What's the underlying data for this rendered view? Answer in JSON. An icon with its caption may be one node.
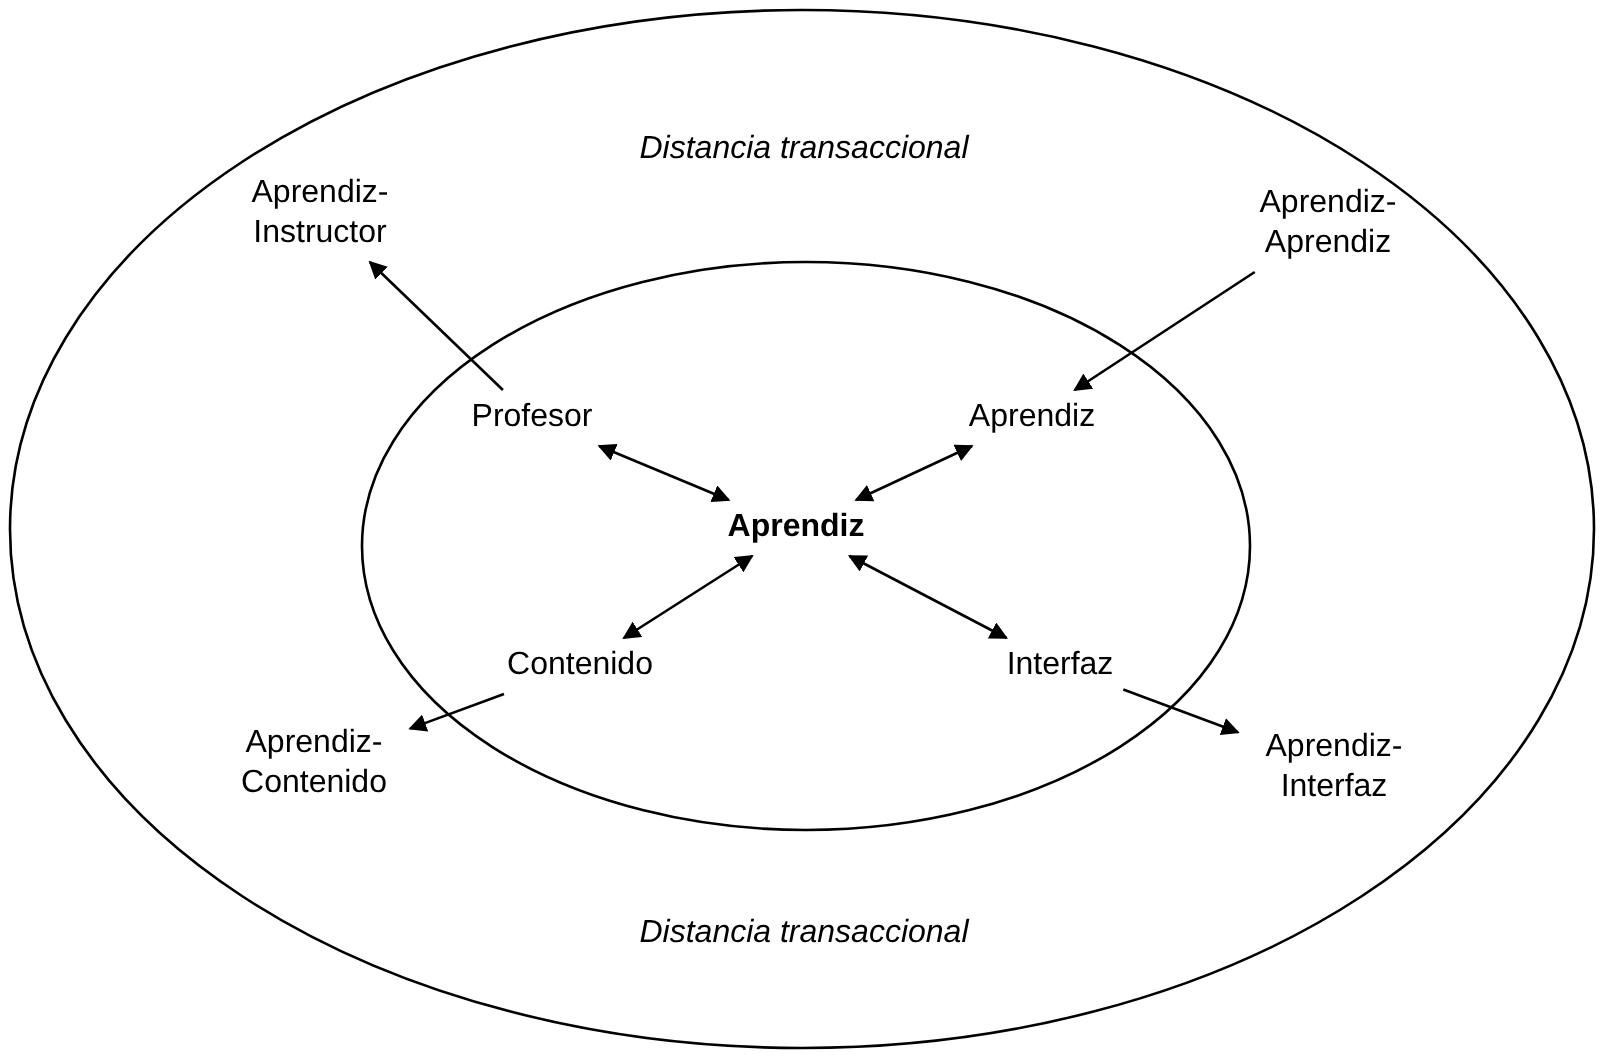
{
  "diagram": {
    "nodes": [
      {
        "text": [
          "Distancia transaccional",
          "Distancia transaccional"
        ]
      },
      {
        "text": [],
        "shape": "ellipse",
        "in": 0
      },
      {
        "text": [
          "Aprendiz-Instructor"
        ],
        "in": 0
      },
      {
        "text": [
          "Aprendiz-Aprendiz"
        ],
        "in": 0
      },
      {
        "text": [
          "Profesor"
        ],
        "in": 1
      },
      {
        "text": [
          "Aprendiz"
        ],
        "in": 1
      },
      {
        "text": [
          "Aprendiz"
        ],
        "in": 1
      },
      {
        "text": [
          "Contenido"
        ],
        "in": 1
      },
      {
        "text": [
          "Interfaz"
        ],
        "in": 1
      },
      {
        "text": [
          "Aprendiz-Contenido"
        ],
        "in": 0
      },
      {
        "text": [
          "Aprendiz-Interfaz"
        ],
        "in": 0
      }
    ],
    "edges": [
      {
        "from": 4,
        "to": 2,
        "arrow": "to"
      },
      {
        "from": 3,
        "to": 5,
        "arrow": "to"
      },
      {
        "from": 4,
        "to": 6,
        "arrow": "both"
      },
      {
        "from": 5,
        "to": 6,
        "arrow": "both"
      },
      {
        "from": 7,
        "to": 6,
        "arrow": "both"
      },
      {
        "from": 8,
        "to": 6,
        "arrow": "both"
      },
      {
        "from": 7,
        "to": 9,
        "arrow": "to"
      },
      {
        "from": 8,
        "to": 10,
        "arrow": "to"
      }
    ]
  }
}
